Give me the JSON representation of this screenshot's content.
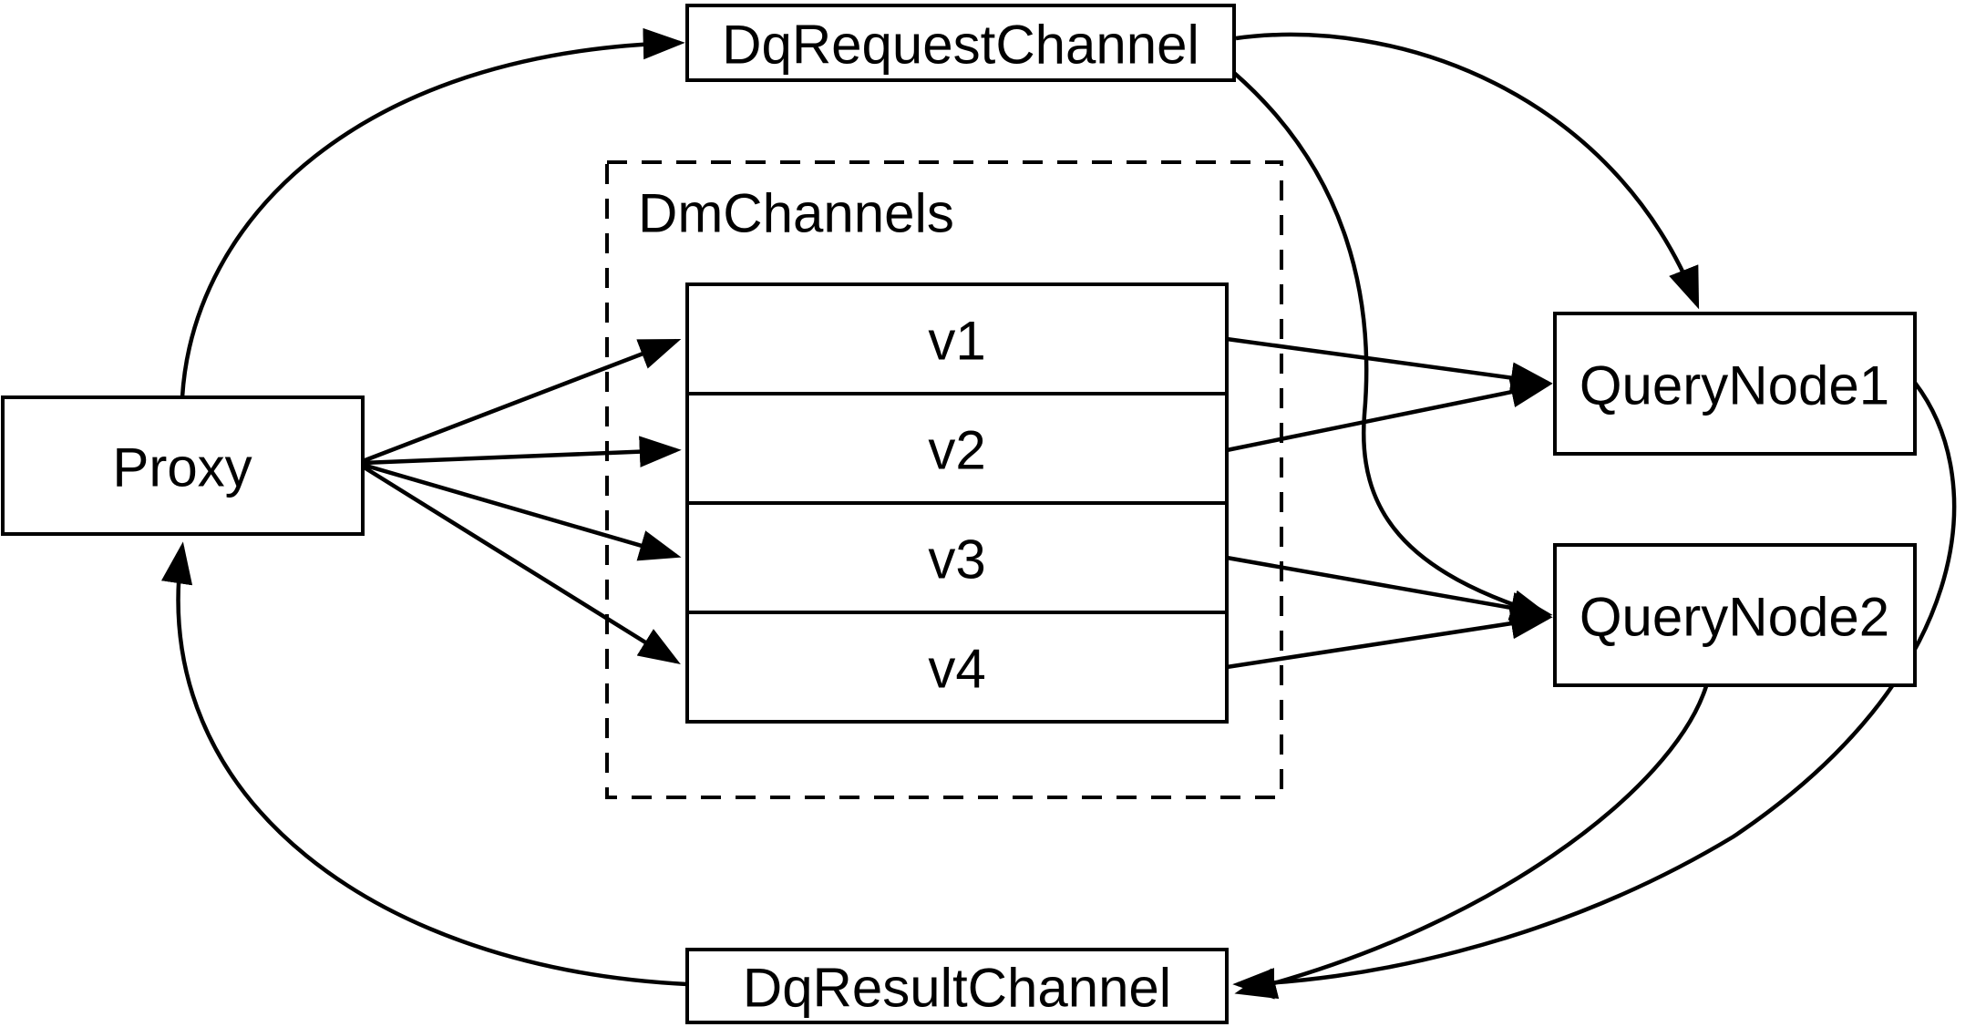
{
  "diagram": {
    "background_color": "#ffffff",
    "stroke_color": "#000000",
    "text_color": "#000000",
    "nodes": {
      "proxy": {
        "label": "Proxy"
      },
      "dq_request_channel": {
        "label": "DqRequestChannel"
      },
      "dm_channels": {
        "label": "DmChannels"
      },
      "v1": {
        "label": "v1"
      },
      "v2": {
        "label": "v2"
      },
      "v3": {
        "label": "v3"
      },
      "v4": {
        "label": "v4"
      },
      "query_node_1": {
        "label": "QueryNode1"
      },
      "query_node_2": {
        "label": "QueryNode2"
      },
      "dq_result_channel": {
        "label": "DqResultChannel"
      }
    },
    "edges": [
      {
        "from": "proxy",
        "to": "dq_request_channel"
      },
      {
        "from": "proxy",
        "to": "v1"
      },
      {
        "from": "proxy",
        "to": "v2"
      },
      {
        "from": "proxy",
        "to": "v3"
      },
      {
        "from": "proxy",
        "to": "v4"
      },
      {
        "from": "v1",
        "to": "query_node_1"
      },
      {
        "from": "v2",
        "to": "query_node_1"
      },
      {
        "from": "v3",
        "to": "query_node_2"
      },
      {
        "from": "v4",
        "to": "query_node_2"
      },
      {
        "from": "dq_request_channel",
        "to": "query_node_1"
      },
      {
        "from": "dq_request_channel",
        "to": "query_node_2"
      },
      {
        "from": "query_node_1",
        "to": "dq_result_channel"
      },
      {
        "from": "query_node_2",
        "to": "dq_result_channel"
      },
      {
        "from": "dq_result_channel",
        "to": "proxy"
      }
    ]
  }
}
